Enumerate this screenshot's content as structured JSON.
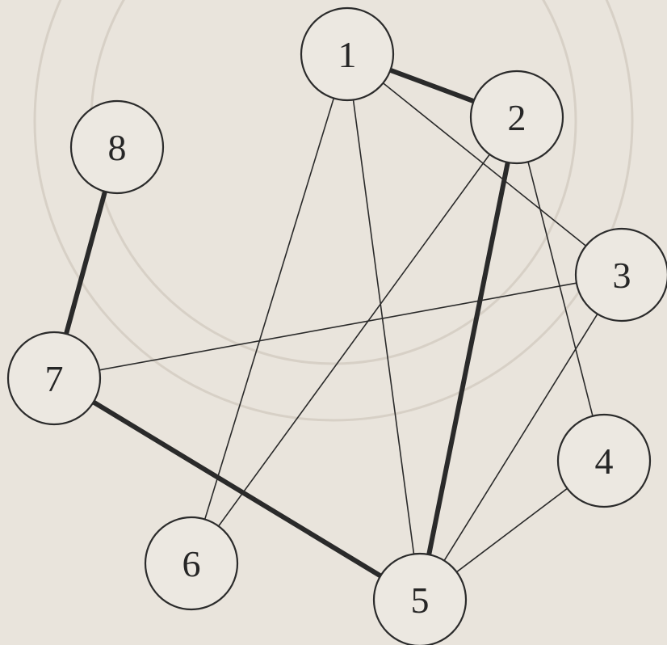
{
  "nodes": [
    {
      "id": "1",
      "label": "1"
    },
    {
      "id": "2",
      "label": "2"
    },
    {
      "id": "3",
      "label": "3"
    },
    {
      "id": "4",
      "label": "4"
    },
    {
      "id": "5",
      "label": "5"
    },
    {
      "id": "6",
      "label": "6"
    },
    {
      "id": "7",
      "label": "7"
    },
    {
      "id": "8",
      "label": "8"
    }
  ],
  "edges": [
    {
      "from": "1",
      "to": "2",
      "weight": "thick"
    },
    {
      "from": "1",
      "to": "3",
      "weight": "thin"
    },
    {
      "from": "1",
      "to": "5",
      "weight": "thin"
    },
    {
      "from": "1",
      "to": "6",
      "weight": "thin"
    },
    {
      "from": "2",
      "to": "4",
      "weight": "thin"
    },
    {
      "from": "2",
      "to": "5",
      "weight": "thick"
    },
    {
      "from": "2",
      "to": "6",
      "weight": "thin"
    },
    {
      "from": "3",
      "to": "5",
      "weight": "thin"
    },
    {
      "from": "3",
      "to": "7",
      "weight": "thin"
    },
    {
      "from": "4",
      "to": "5",
      "weight": "thin"
    },
    {
      "from": "5",
      "to": "7",
      "weight": "thick"
    },
    {
      "from": "7",
      "to": "8",
      "weight": "thick"
    }
  ],
  "colors": {
    "background": "#e9e4dc",
    "ink": "#2a2a2a",
    "watermark": "#d7d0c6"
  }
}
